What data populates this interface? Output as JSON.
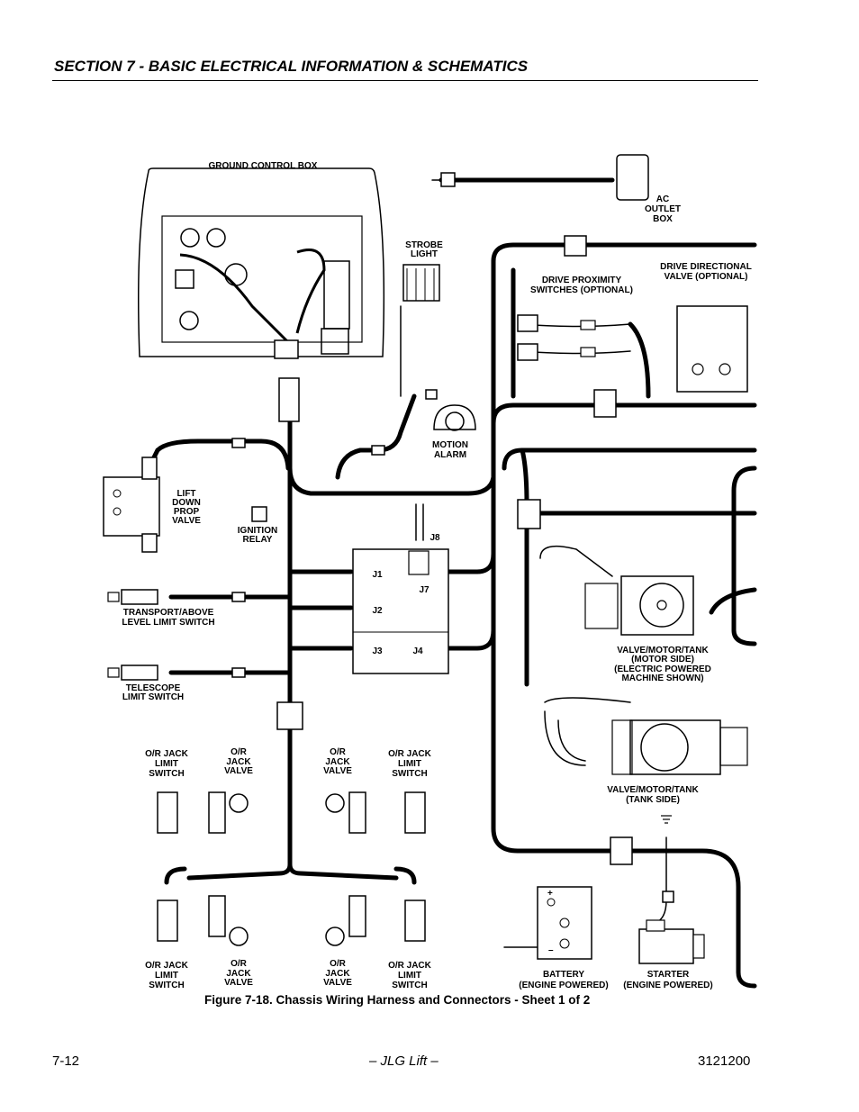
{
  "header": {
    "section_title": "SECTION 7 - BASIC ELECTRICAL INFORMATION & SCHEMATICS"
  },
  "labels": {
    "ground_control_box": "GROUND CONTROL BOX",
    "ac_outlet_box": [
      "AC",
      "OUTLET",
      "BOX"
    ],
    "strobe_light": [
      "STROBE",
      "LIGHT"
    ],
    "drive_proximity": [
      "DRIVE PROXIMITY",
      "SWITCHES (OPTIONAL)"
    ],
    "drive_directional": [
      "DRIVE DIRECTIONAL",
      "VALVE (OPTIONAL)"
    ],
    "motion_alarm": [
      "MOTION",
      "ALARM"
    ],
    "lift_down_prop_valve": [
      "LIFT",
      "DOWN",
      "PROP",
      "VALVE"
    ],
    "ignition_relay": [
      "IGNITION",
      "RELAY"
    ],
    "transport_switch": [
      "TRANSPORT/ABOVE",
      "LEVEL LIMIT SWITCH"
    ],
    "telescope_switch": [
      "TELESCOPE",
      "LIMIT SWITCH"
    ],
    "connectors": {
      "j1": "J1",
      "j2": "J2",
      "j3": "J3",
      "j4": "J4",
      "j7": "J7",
      "j8": "J8"
    },
    "valve_motor_motor_side": [
      "VALVE/MOTOR/TANK",
      "(MOTOR SIDE)",
      "(ELECTRIC POWERED",
      "MACHINE SHOWN)"
    ],
    "valve_motor_tank_side": [
      "VALVE/MOTOR/TANK",
      "(TANK SIDE)"
    ],
    "or_jack_limit_switch": [
      "O/R JACK",
      "LIMIT",
      "SWITCH"
    ],
    "or_jack_valve": [
      "O/R",
      "JACK",
      "VALVE"
    ],
    "battery": [
      "BATTERY",
      "(ENGINE POWERED)"
    ],
    "starter": [
      "STARTER",
      "(ENGINE POWERED)"
    ]
  },
  "caption": "Figure 7-18.  Chassis Wiring Harness and Connectors - Sheet 1 of 2",
  "footer": {
    "page": "7-12",
    "center": "– JLG Lift –",
    "doc_number": "3121200"
  }
}
